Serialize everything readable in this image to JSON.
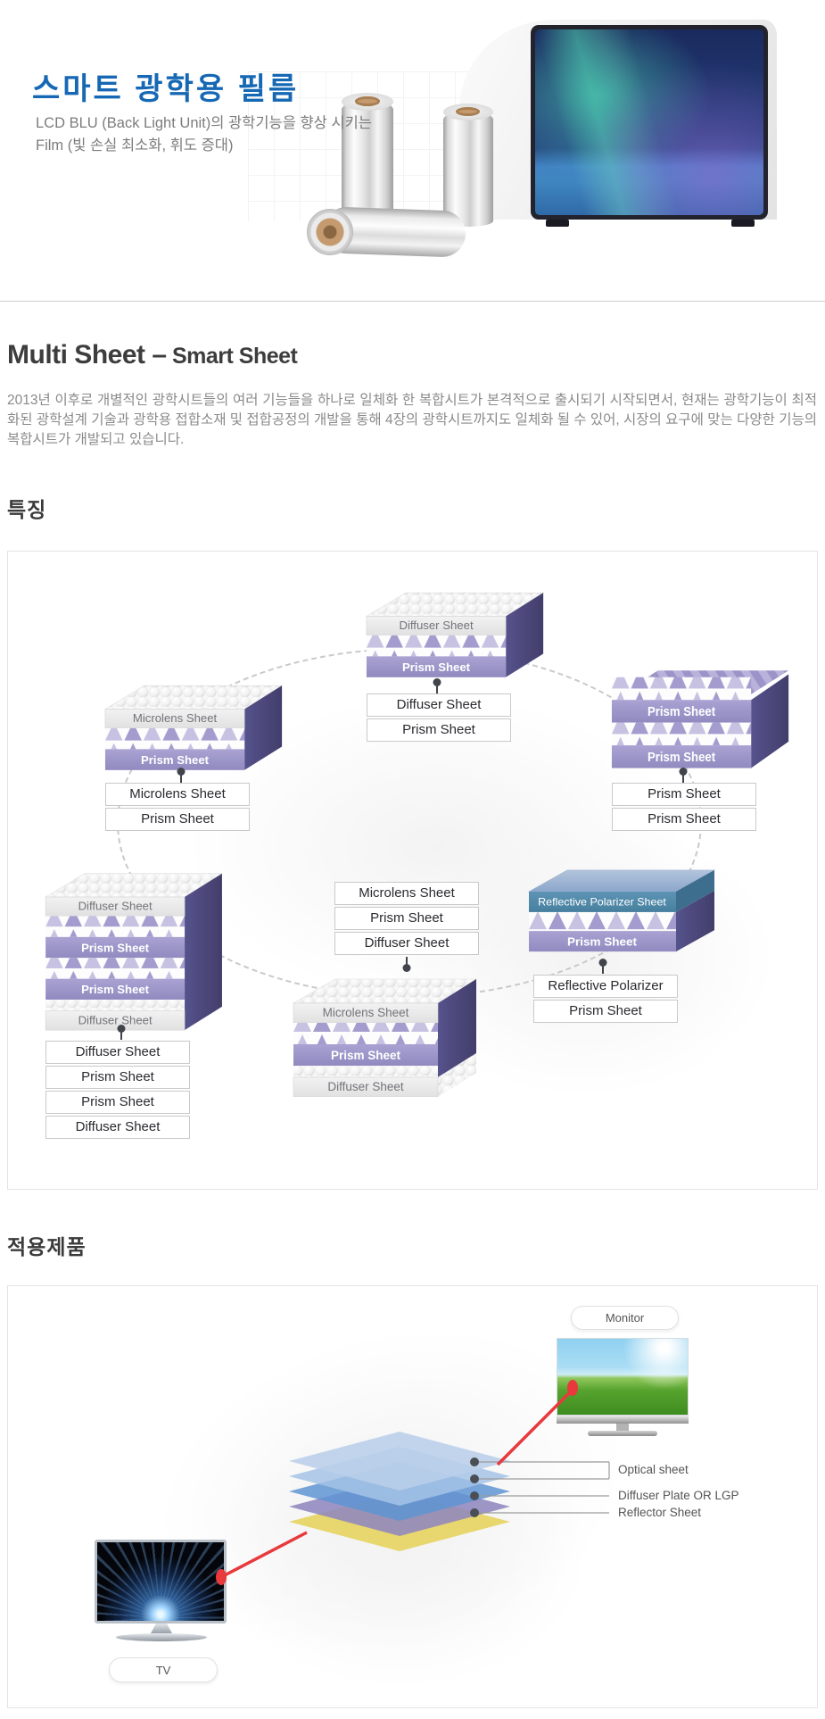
{
  "hero": {
    "title": "스마트 광학용 필름",
    "subtitle1": "LCD BLU (Back Light Unit)의 광학기능을 향상 시키는",
    "subtitle2": "Film (빛 손실 최소화, 휘도 증대)"
  },
  "multi_sheet": {
    "heading_main": "Multi Sheet –",
    "heading_sub": " Smart Sheet",
    "paragraph": "2013년 이후로 개별적인 광학시트들의 여러 기능들을 하나로 일체화 한 복합시트가 본격적으로 출시되기 시작되면서, 현재는 광학기능이 최적화된 광학설계 기술과 광학용 접합소재 및 접합공정의 개발을 통해 4장의 광학시트까지도 일체화 될 수 있어, 시장의 요구에 맞는 다양한 기능의 복합시트가 개발되고 있습니다."
  },
  "features": {
    "heading": "특징",
    "stacks": {
      "top_center": {
        "bands": [
          "Diffuser Sheet",
          "Prism Sheet"
        ],
        "tags": [
          "Diffuser Sheet",
          "Prism Sheet"
        ]
      },
      "upper_left": {
        "bands": [
          "Microlens Sheet",
          "Prism Sheet"
        ],
        "tags": [
          "Microlens Sheet",
          "Prism Sheet"
        ]
      },
      "upper_right": {
        "bands": [
          "Prism Sheet",
          "Prism Sheet"
        ],
        "tags": [
          "Prism Sheet",
          "Prism Sheet"
        ]
      },
      "left4": {
        "bands": [
          "Diffuser Sheet",
          "Prism Sheet",
          "Prism Sheet",
          "Diffuser Sheet"
        ],
        "tags": [
          "Diffuser Sheet",
          "Prism Sheet",
          "Prism Sheet",
          "Diffuser Sheet"
        ]
      },
      "center": {
        "bands": [
          "Microlens Sheet",
          "Prism Sheet",
          "Diffuser Sheet"
        ],
        "tags": [
          "Microlens Sheet",
          "Prism Sheet",
          "Diffuser Sheet"
        ]
      },
      "right": {
        "bands": [
          "Reflective Polarizer Sheet",
          "Prism Sheet"
        ],
        "tags": [
          "Reflective Polarizer",
          "Prism Sheet"
        ]
      }
    }
  },
  "products": {
    "heading": "적용제품",
    "monitor_label": "Monitor",
    "tv_label": "TV",
    "callouts": [
      "Optical sheet",
      "Diffuser Plate OR LGP",
      "Reflector Sheet"
    ]
  },
  "colors": {
    "accent_blue": "#1668b4",
    "red": "#e8393d",
    "prism_purple": "#9d96c8",
    "stack_side": "#4c4979",
    "polarizer_blue": "#5187a8",
    "reflector_yellow": "#e8d66e"
  }
}
